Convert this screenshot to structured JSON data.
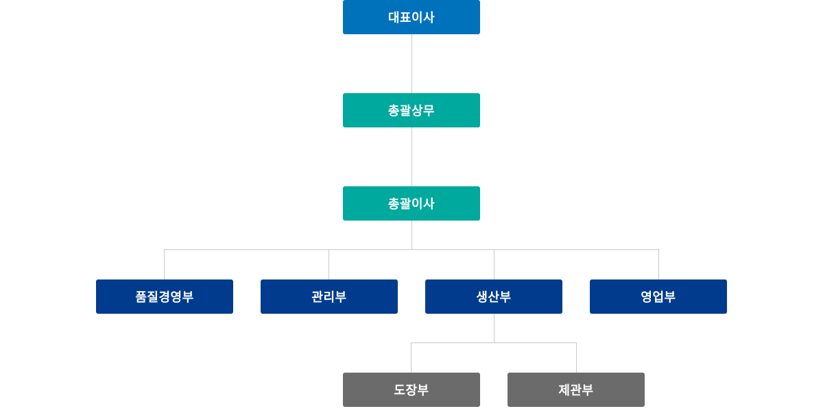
{
  "org_chart": {
    "ceo": {
      "label": "대표이사",
      "color": "#0072bc"
    },
    "executive_managing_director": {
      "label": "총괄상무",
      "color": "#00a99d"
    },
    "executive_director": {
      "label": "총괄이사",
      "color": "#00a99d"
    },
    "departments": [
      {
        "label": "품질경영부",
        "color": "#003b8e"
      },
      {
        "label": "관리부",
        "color": "#003b8e"
      },
      {
        "label": "생산부",
        "color": "#003b8e"
      },
      {
        "label": "영업부",
        "color": "#003b8e"
      }
    ],
    "production_teams": [
      {
        "label": "도장부",
        "color": "#6b6b6b"
      },
      {
        "label": "제관부",
        "color": "#6b6b6b"
      }
    ],
    "connector_color": "#c8c8c8"
  }
}
